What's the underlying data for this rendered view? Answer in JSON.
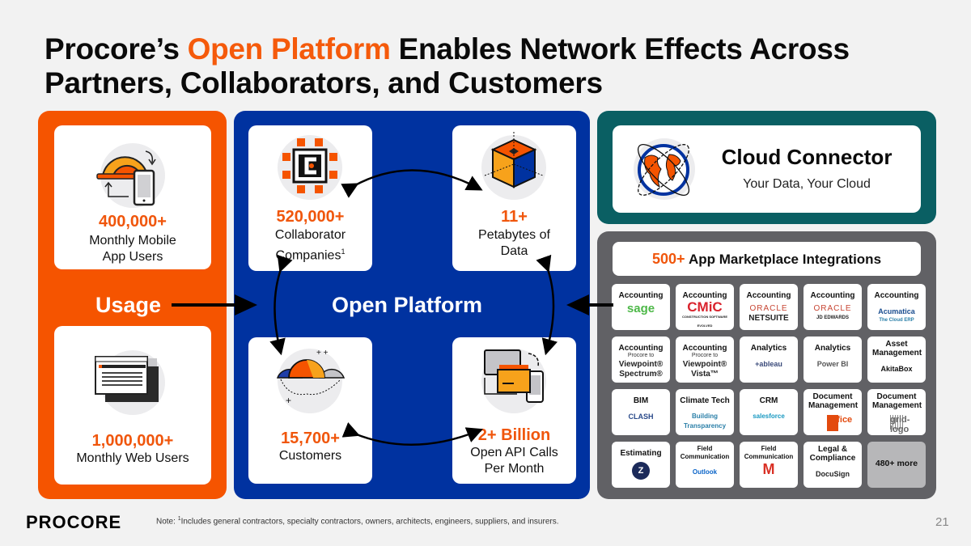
{
  "title": {
    "prefix": "Procore’s ",
    "accent": "Open Platform",
    "suffix": " Enables Network Effects Across Partners, Collaborators, and Customers"
  },
  "colors": {
    "brand_orange": "#f55400",
    "platform_blue": "#0032a0",
    "cloud_teal": "#0a5f63",
    "market_gray": "#616165"
  },
  "usage": {
    "label": "Usage",
    "mobile": {
      "value": "400,000+",
      "label_line1": "Monthly Mobile",
      "label_line2": "App Users",
      "icon": "hardhat-mobile-icon"
    },
    "web": {
      "value": "1,000,000+",
      "label": "Monthly Web Users",
      "icon": "browser-window-icon"
    }
  },
  "open_platform": {
    "label": "Open Platform",
    "collaborators": {
      "value": "520,000+",
      "label_line1": "Collaborator",
      "label_line2": "Companies",
      "footnote": "1",
      "icon": "chip-icon"
    },
    "data": {
      "value": "11+",
      "label_line1": "Petabytes of",
      "label_line2": "Data",
      "icon": "data-cube-icon"
    },
    "customers": {
      "value": "15,700+",
      "label": "Customers",
      "icon": "hardhats-icon"
    },
    "api": {
      "value": "2+ Billion",
      "label_line1": "Open API Calls",
      "label_line2": "Per Month",
      "icon": "devices-sync-icon"
    }
  },
  "cloud_connector": {
    "title": "Cloud Connector",
    "subtitle": "Your Data, Your Cloud",
    "icon": "globe-orbit-icon"
  },
  "marketplace": {
    "count": "500+",
    "title": "App Marketplace Integrations",
    "tiles": [
      {
        "category": "Accounting",
        "logo": "sage"
      },
      {
        "category": "Accounting",
        "logo": "CMiC",
        "logo_sub": "CONSTRUCTION SOFTWARE EVOLVED"
      },
      {
        "category": "Accounting",
        "logo": "ORACLE",
        "logo_sub": "NETSUITE"
      },
      {
        "category": "Accounting",
        "logo": "ORACLE",
        "logo_sub": "JD EDWARDS"
      },
      {
        "category": "Accounting",
        "logo": "Acumatica",
        "logo_sub": "The Cloud ERP"
      },
      {
        "category": "Accounting",
        "note": "Procore to",
        "logo": "Viewpoint®",
        "logo_sub": "Spectrum®"
      },
      {
        "category": "Accounting",
        "note": "Procore to",
        "logo": "Viewpoint®",
        "logo_sub": "Vista™"
      },
      {
        "category": "Analytics",
        "logo": "+ableau"
      },
      {
        "category": "Analytics",
        "logo": "Power BI"
      },
      {
        "category": "Asset Management",
        "logo": "AkitaBox"
      },
      {
        "category": "BIM",
        "logo": "CLASH"
      },
      {
        "category": "Climate Tech",
        "logo": "Building Transparency"
      },
      {
        "category": "CRM",
        "logo": "salesforce"
      },
      {
        "category": "Document Management",
        "logo": "Office"
      },
      {
        "category": "Document Management",
        "logo": "grid-logo"
      },
      {
        "category": "Estimating",
        "logo": "Z"
      },
      {
        "category": "Field Communication",
        "logo": "Outlook"
      },
      {
        "category": "Field Communication",
        "logo": "Gmail"
      },
      {
        "category": "Legal & Compliance",
        "logo": "DocuSign"
      },
      {
        "category": "480+ more",
        "more": true
      }
    ]
  },
  "footer": {
    "logo": "PROCORE",
    "note_prefix": "Note: ",
    "note_sup": "1",
    "note": "Includes general contractors, specialty contractors, owners, architects, engineers, suppliers, and insurers.",
    "page": "21"
  }
}
